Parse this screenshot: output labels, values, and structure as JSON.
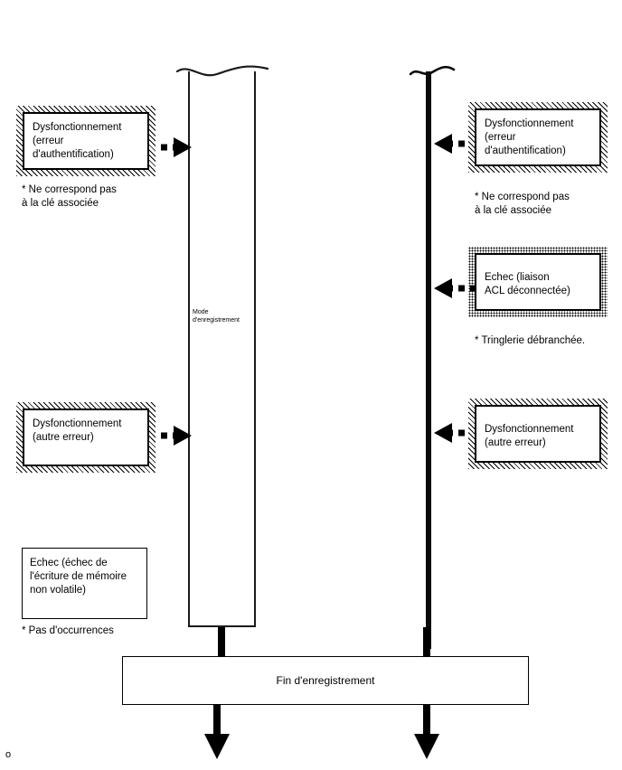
{
  "diagram": {
    "type": "sequence-flow-diagram",
    "language": "fr",
    "corner_mark": "o",
    "lanes": [
      {
        "id": "left-lane",
        "label": "Mode\nd'enregistrement",
        "style": "rectangle-column"
      },
      {
        "id": "right-lane",
        "label": "",
        "style": "thick-line"
      }
    ],
    "terminator": {
      "label": "Fin d'enregistrement"
    },
    "left_events": [
      {
        "id": "left-auth-error",
        "text": "Dysfonctionnement\n(erreur\nd'authentification)",
        "border": "hatched",
        "arrow": "right",
        "note": "* Ne correspond pas\nà la clé associée"
      },
      {
        "id": "left-other-error",
        "text": "Dysfonctionnement\n(autre erreur)",
        "border": "hatched",
        "arrow": "right",
        "note": ""
      },
      {
        "id": "left-nvm-write-failure",
        "text": "Echec (échec de\nl'écriture de mémoire\nnon volatile)",
        "border": "plain",
        "arrow": "none",
        "note": "* Pas d'occurrences"
      }
    ],
    "right_events": [
      {
        "id": "right-auth-error",
        "text": "Dysfonctionnement\n(erreur\nd'authentification)",
        "border": "hatched",
        "arrow": "left",
        "note": "* Ne correspond pas\nà la clé associée"
      },
      {
        "id": "right-acl-disconnect",
        "text": "Echec (liaison\nACL déconnectée)",
        "border": "dotted",
        "arrow": "left",
        "note": "* Tringlerie débranchée."
      },
      {
        "id": "right-other-error",
        "text": "Dysfonctionnement\n(autre erreur)",
        "border": "hatched",
        "arrow": "left",
        "note": ""
      }
    ],
    "colors": {
      "stroke": "#000000",
      "background": "#ffffff",
      "lane_stroke": "#1a1a1a"
    }
  }
}
